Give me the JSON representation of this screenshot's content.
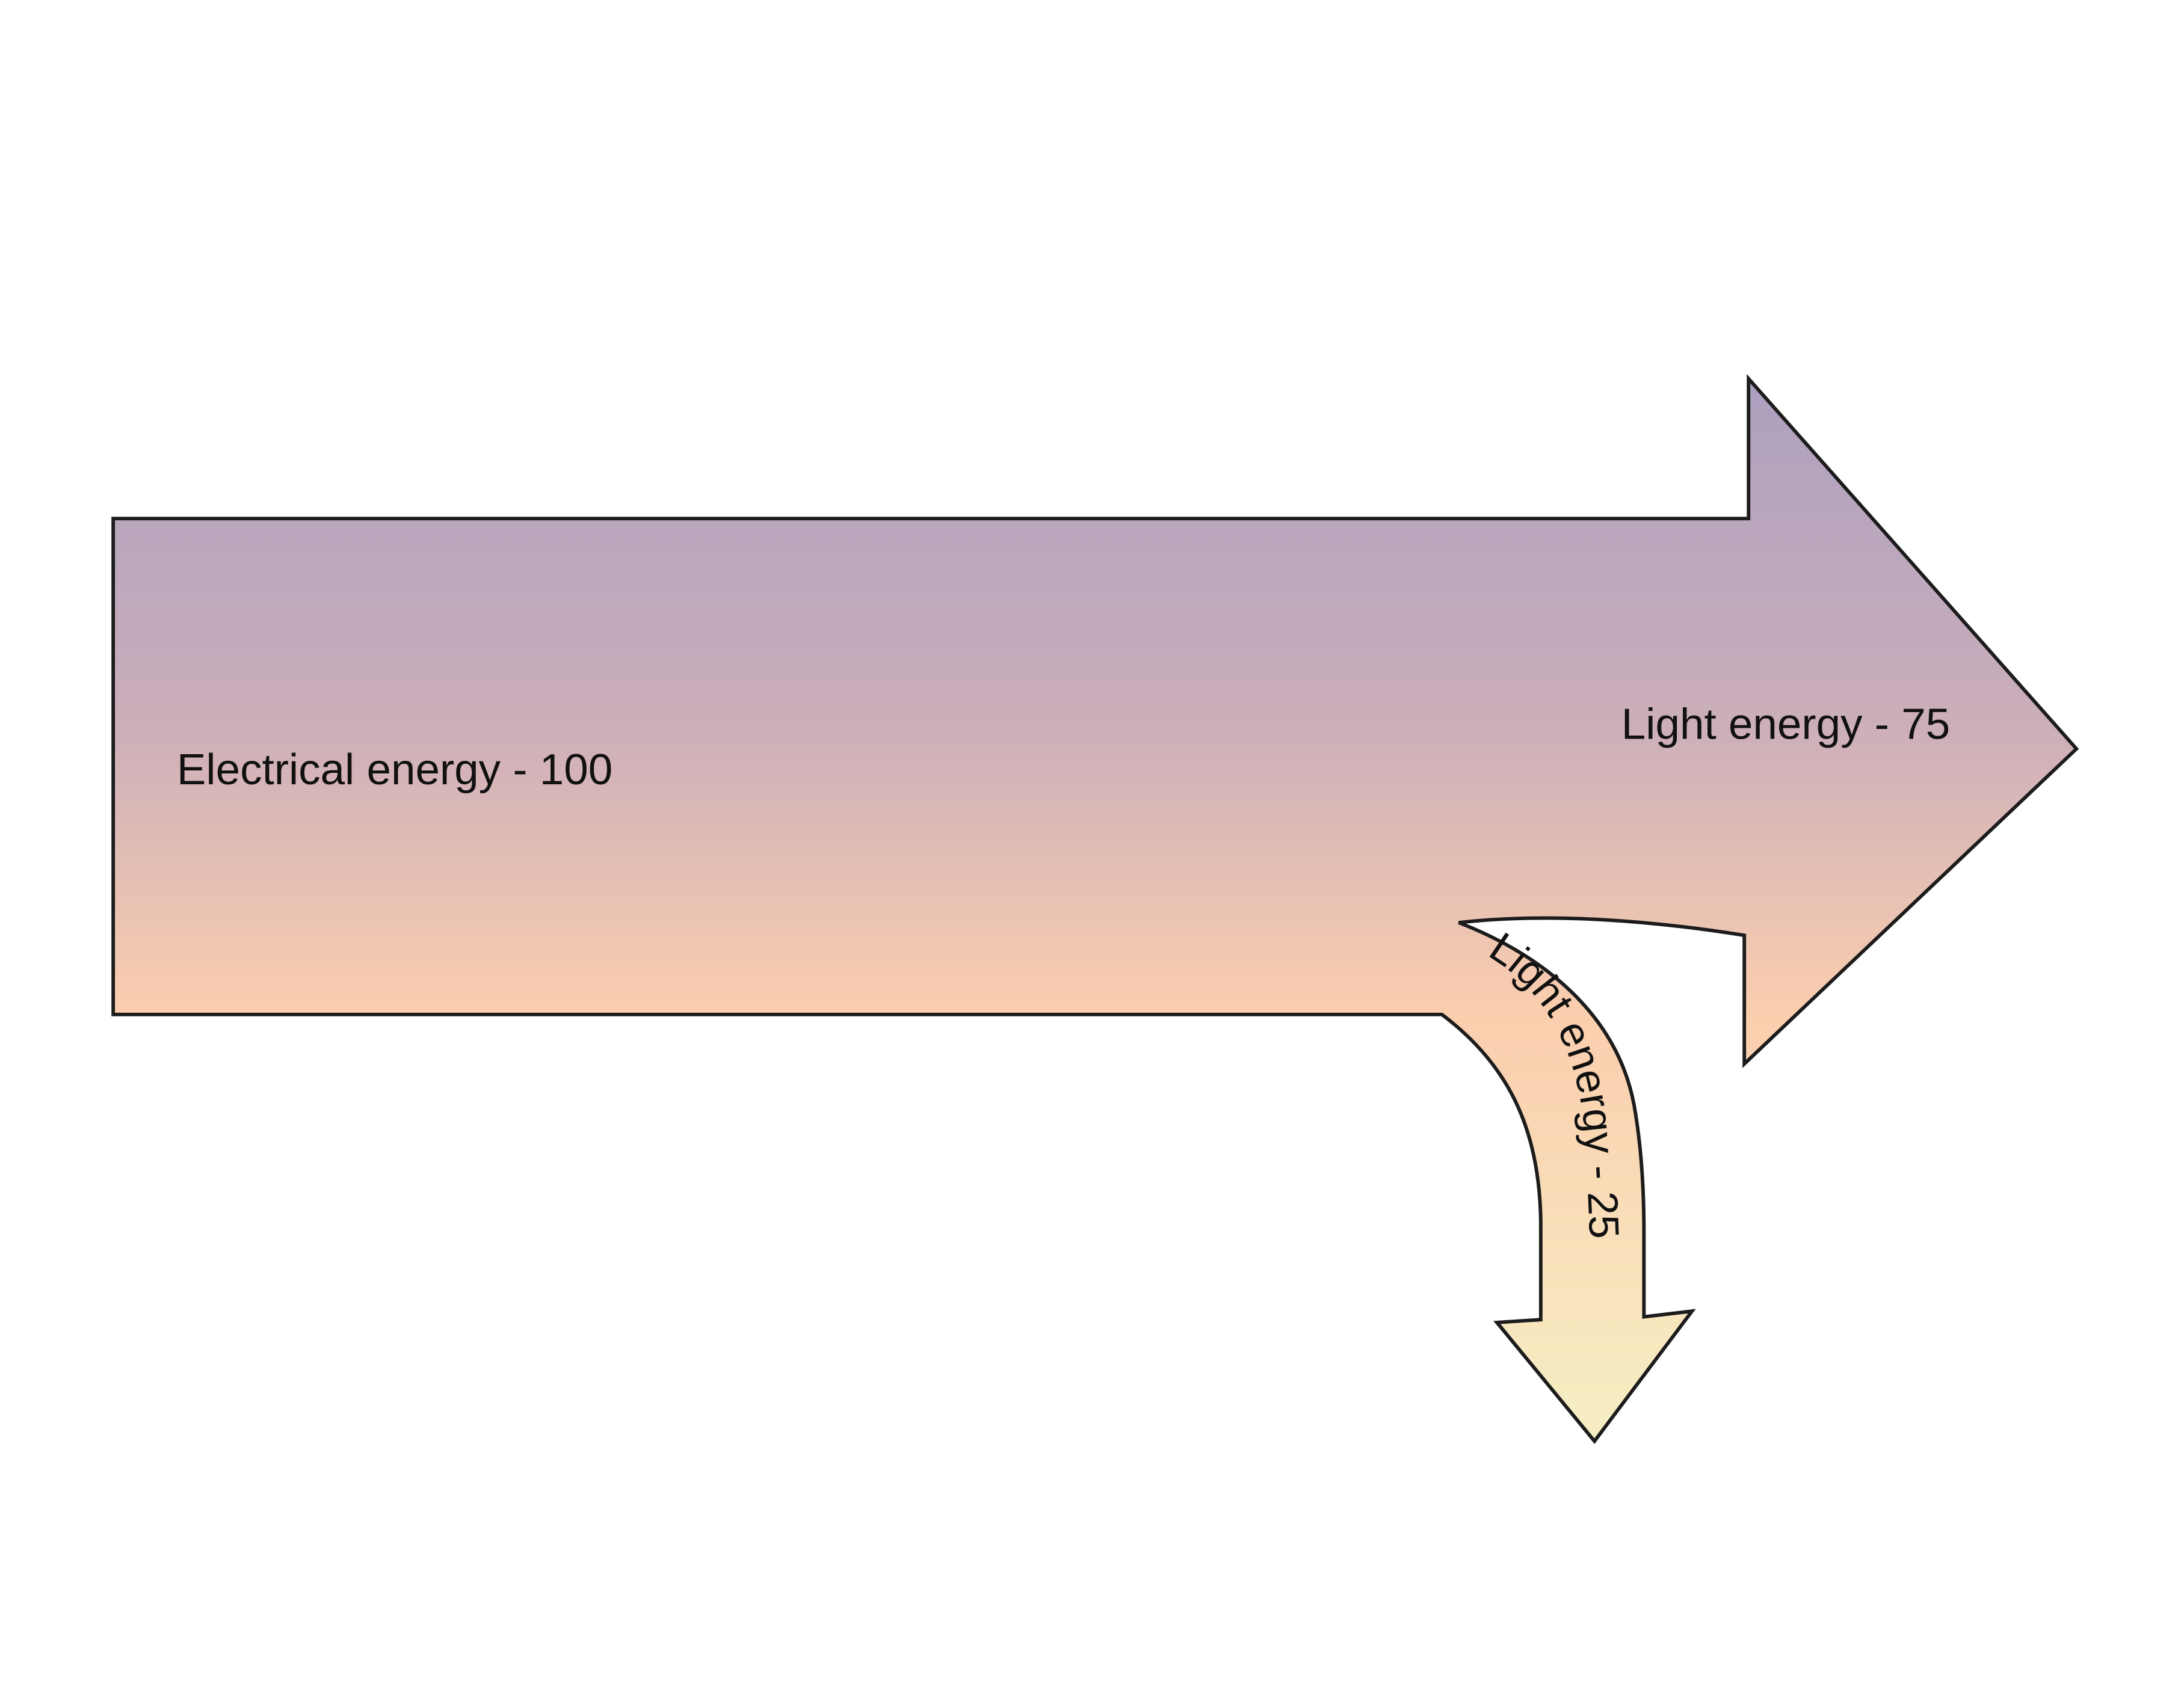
{
  "diagram": {
    "type": "sankey-energy-transfer",
    "input": {
      "label": "Electrical energy - 100",
      "name": "Electrical energy",
      "value": 100
    },
    "outputs": [
      {
        "label": "Light energy - 75",
        "name": "Light energy",
        "value": 75,
        "direction": "right"
      },
      {
        "label": "Light energy - 25",
        "name": "Light energy",
        "value": 25,
        "direction": "down"
      }
    ],
    "colors": {
      "gradient_top": "#aca0bf",
      "gradient_mauve": "#cbaeba",
      "gradient_peach": "#fbceae",
      "gradient_yellow": "#f6efc3",
      "outline": "#1c1c1c",
      "text": "#111111",
      "background": "#ffffff"
    }
  }
}
